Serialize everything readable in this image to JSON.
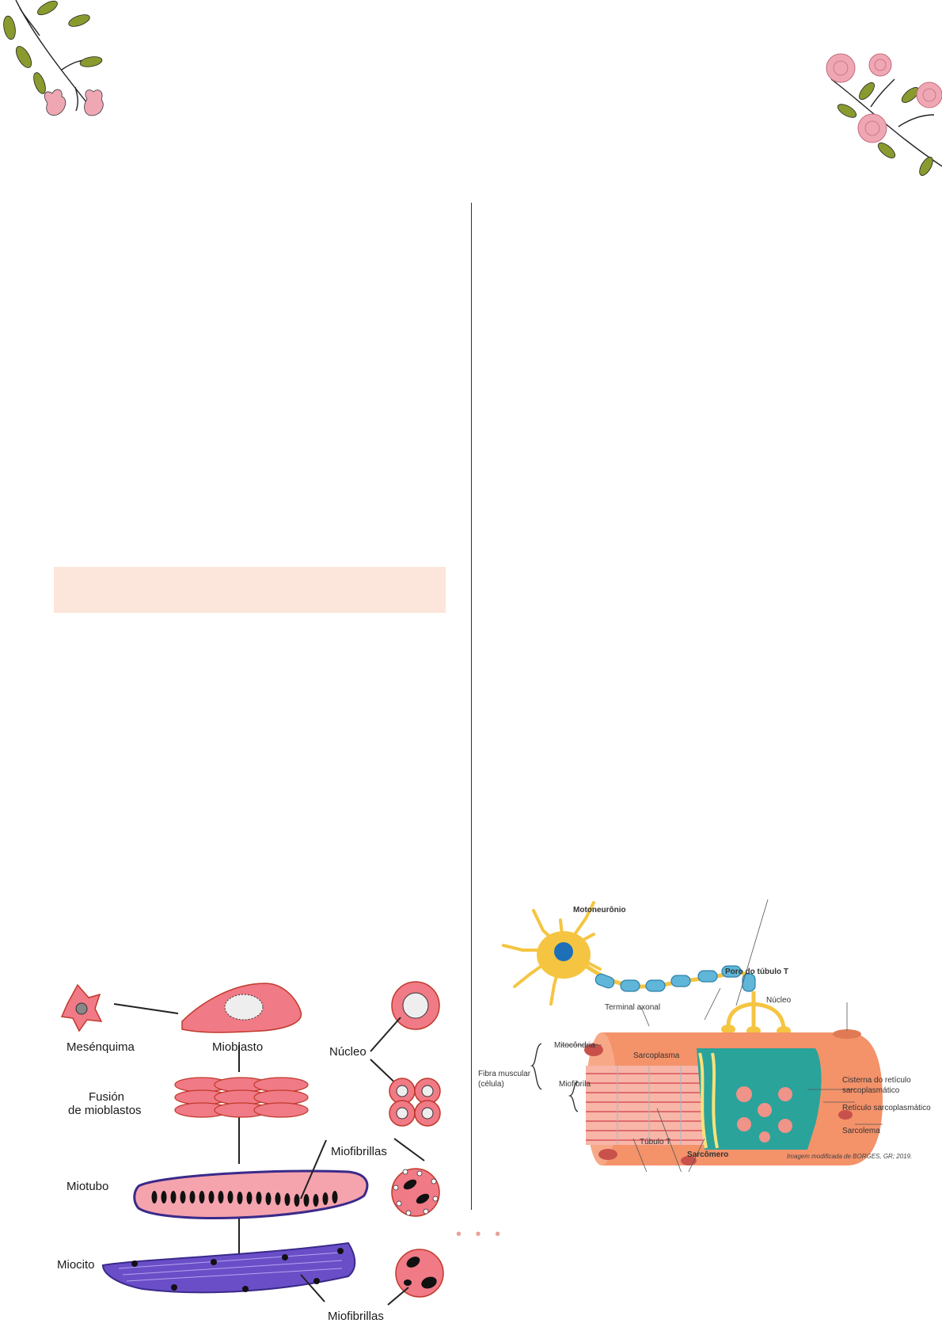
{
  "theme": {
    "accent_pink": "#f2a9b5",
    "leaf_green": "#7a8a2e",
    "highlight_bg": "#fce5da",
    "dots_color": "#e8a29a"
  },
  "decorations": {
    "top_left": "floral-branch-icon",
    "top_right": "floral-branch-icon",
    "dots_label": "• • •"
  },
  "left_figure": {
    "labels": {
      "mesenquima": "Mesénquima",
      "mioblasto": "Mioblasto",
      "nucleo": "Núcleo",
      "fusion_line1": "Fusión",
      "fusion_line2": "de mioblastos",
      "miofibrillas_top": "Miofibrillas",
      "miotubo": "Miotubo",
      "miocito": "Miocito",
      "miofibrillas_bottom": "Miofibrillas"
    }
  },
  "right_figure": {
    "labels": {
      "motoneuronio": "Motoneurônio",
      "poro_tubulo": "Poro do túbulo T",
      "terminal_axonal": "Terminal axonal",
      "nucleo": "Núcleo",
      "mitocondria": "Mitocôndria",
      "sarcoplasma": "Sarcoplasma",
      "fibra_muscular_1": "Fibra muscular",
      "fibra_muscular_2": "(célula)",
      "miofibrila": "Miofibrila",
      "cisterna_1": "Cisterna do retículo",
      "cisterna_2": "sarcoplasmático",
      "reticulo": "Retículo sarcoplasmático",
      "sarcolema": "Sarcolema",
      "tubulo_t": "Túbulo T",
      "sarcomero": "Sarcômero",
      "credit": "Imagem modificada de BORGES, GR; 2019."
    }
  }
}
